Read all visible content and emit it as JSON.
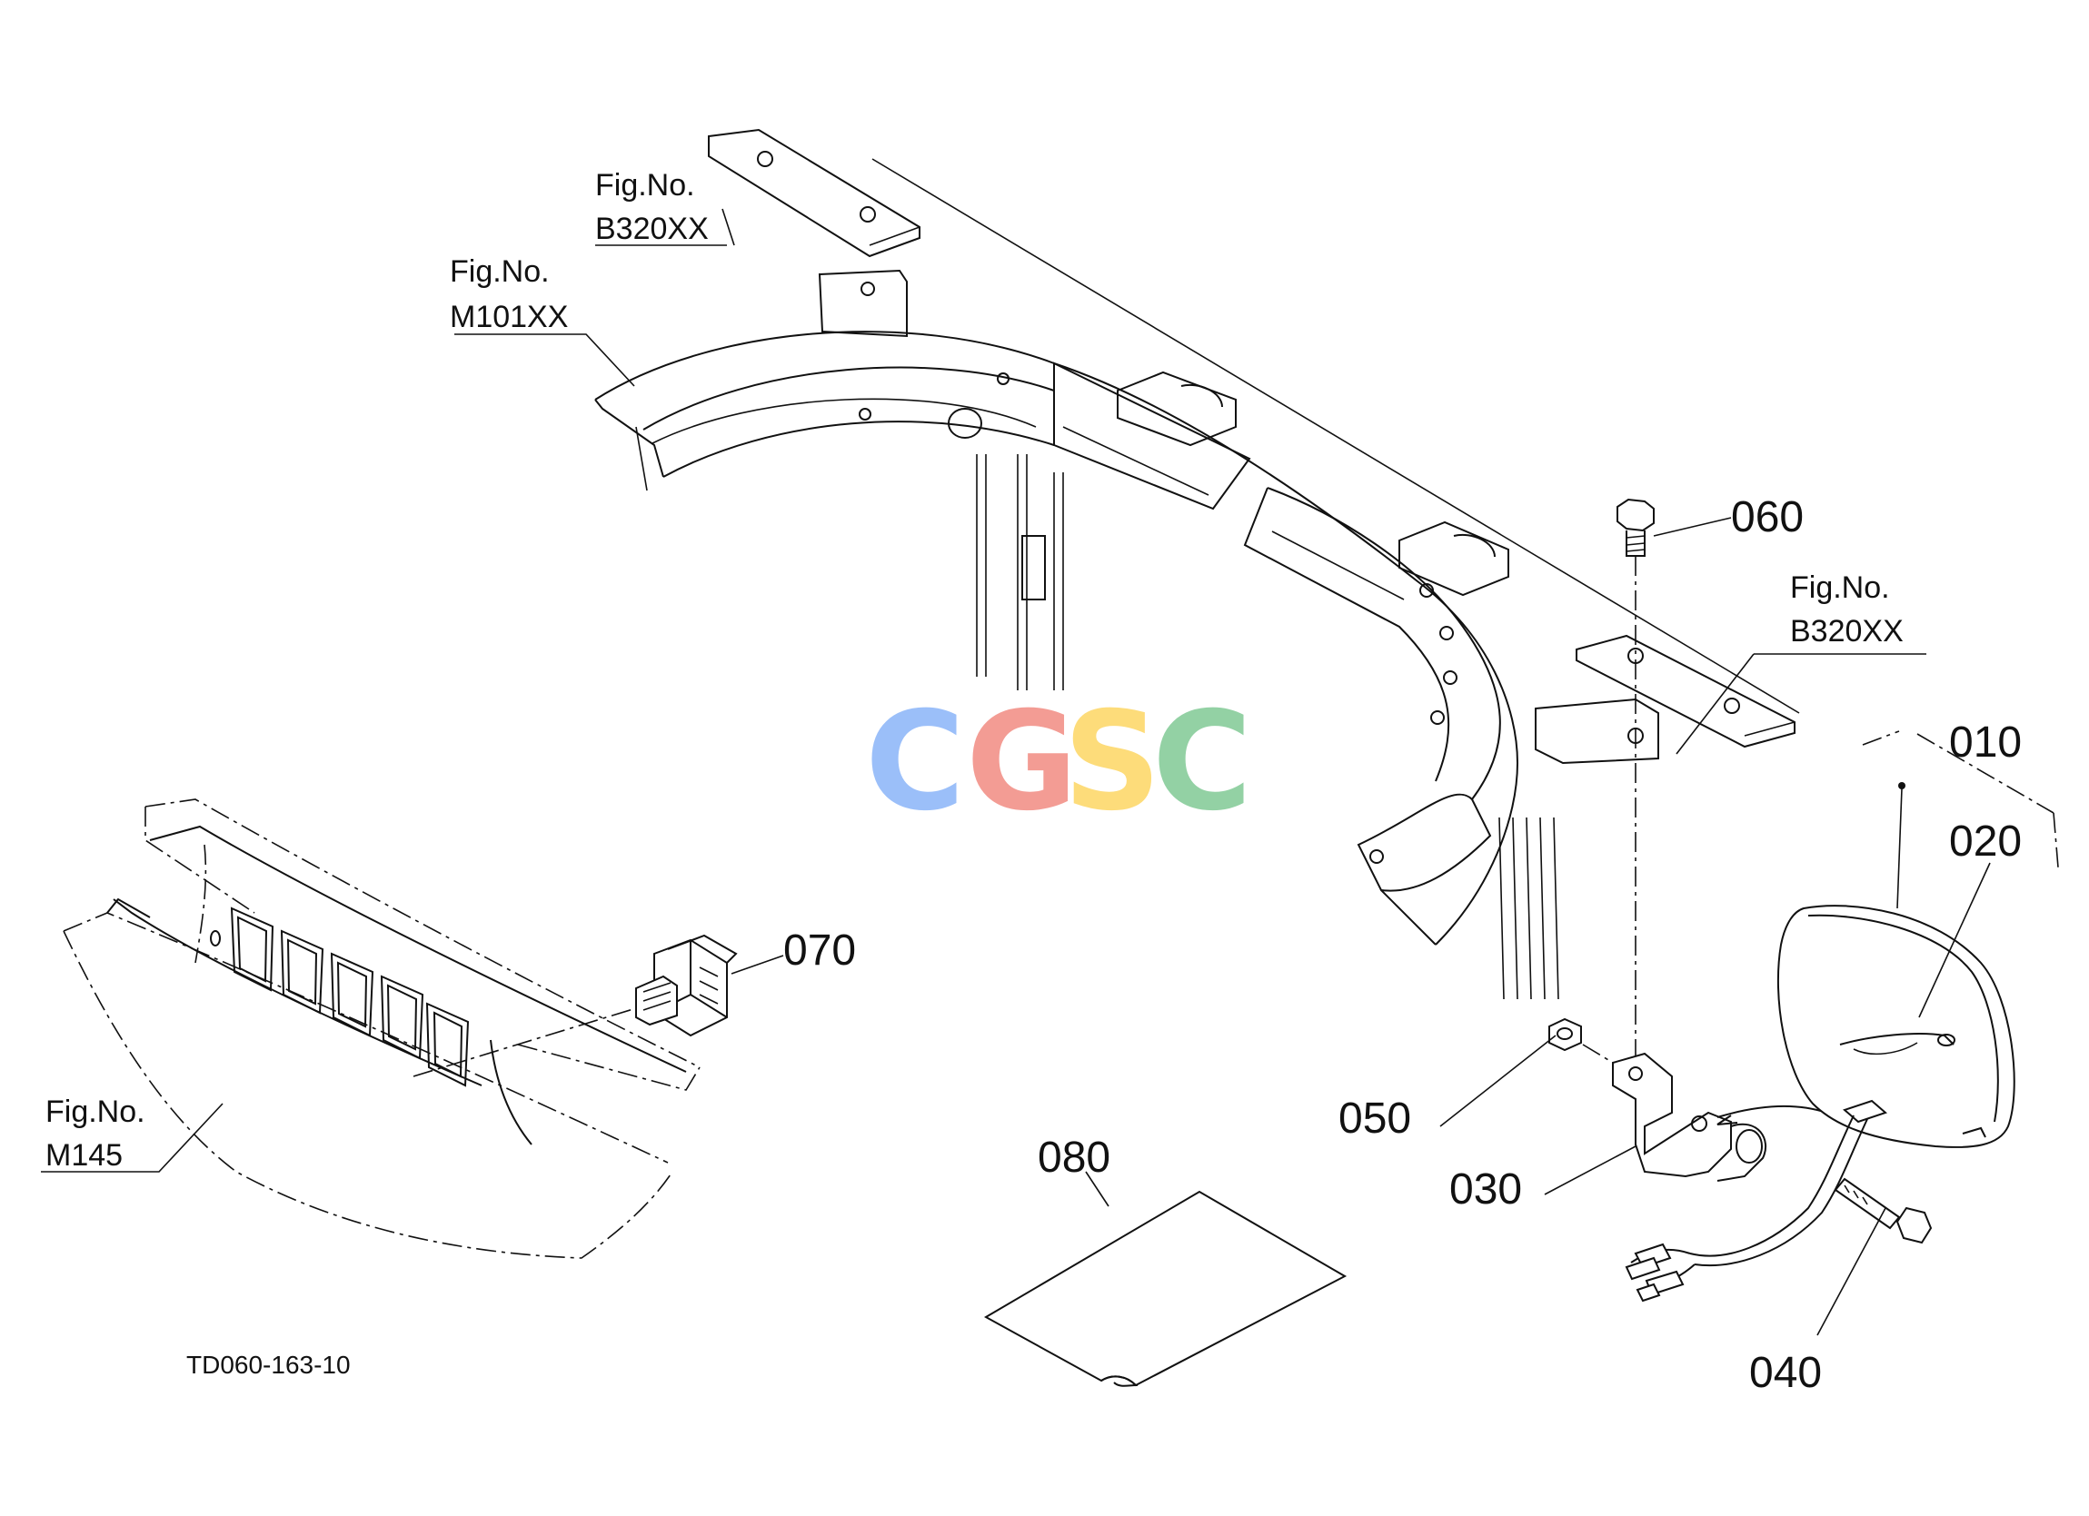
{
  "parts": {
    "p010": "010",
    "p020": "020",
    "p030": "030",
    "p040": "040",
    "p050": "050",
    "p060": "060",
    "p070": "070",
    "p080": "080"
  },
  "figrefs": {
    "top_b320": {
      "line1": "Fig.No.",
      "line2": "B320XX"
    },
    "m101": {
      "line1": "Fig.No.",
      "line2": "M101XX"
    },
    "right_b320": {
      "line1": "Fig.No.",
      "line2": "B320XX"
    },
    "m145": {
      "line1": "Fig.No.",
      "line2": "M145"
    }
  },
  "drawing_code": "TD060-163-10",
  "watermark": {
    "letters": [
      "C",
      "G",
      "S",
      "C"
    ],
    "colors": [
      "#8ab4f8",
      "#f28b82",
      "#fdd663",
      "#81c995"
    ]
  }
}
